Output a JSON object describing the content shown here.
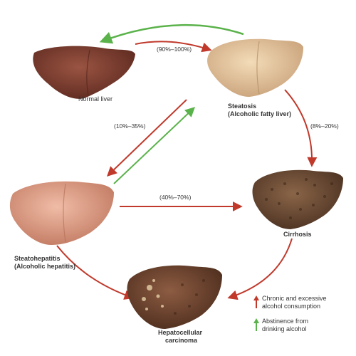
{
  "nodes": {
    "normal": {
      "label": "Normal liver"
    },
    "steatosis": {
      "label_line1": "Steatosis",
      "label_line2": "(Alcoholic fatty liver)"
    },
    "steatohepatitis": {
      "label_line1": "Steatohepatitis",
      "label_line2": "(Alcoholic hepatitis)"
    },
    "cirrhosis": {
      "label": "Cirrhosis"
    },
    "hcc": {
      "label_line1": "Hepatocellular",
      "label_line2": "carcinoma"
    }
  },
  "edges": {
    "normal_to_steatosis": {
      "label": "(90%–100%)"
    },
    "steatosis_to_steatohepatitis": {
      "label": "(10%–35%)"
    },
    "steatosis_to_cirrhosis": {
      "label": "(8%–20%)"
    },
    "steatohepatitis_to_cirrhosis": {
      "label": "(40%–70%)"
    }
  },
  "legend": {
    "chronic_line1": "Chronic and excessive",
    "chronic_line2": "alcohol consumption",
    "abstinence_line1": "Abstinence from",
    "abstinence_line2": "drinking alcohol"
  },
  "colors": {
    "red_arrow": "#c0392b",
    "green_arrow": "#5ab24a",
    "normal_liver": "#7a3b2e",
    "steatosis_liver": "#e6c79c",
    "steatohepatitis_liver": "#e0a08a",
    "cirrhosis_liver": "#6b4a35",
    "hcc_liver": "#6e4530"
  }
}
